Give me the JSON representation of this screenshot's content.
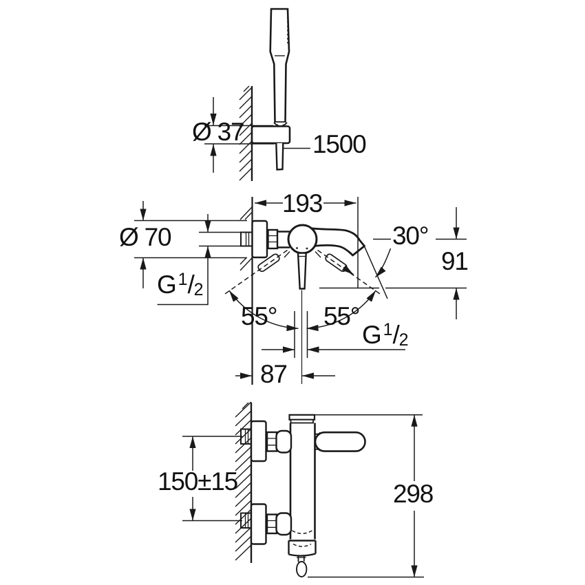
{
  "page": {
    "background": "#ffffff",
    "line_color": "#1a1a1a"
  },
  "hand_shower_view": {
    "bracket_diameter": "Ø 37",
    "hose_length": "1500"
  },
  "front_view": {
    "projection": "193",
    "escutcheon_diameter": "Ø 70",
    "spout_angle": "30°",
    "spout_drop": "91",
    "lever_swing_left": "55°",
    "lever_swing_right": "55°",
    "outlet_offset": "87",
    "supply_thread": {
      "letter": "G",
      "numerator": "1",
      "slash": "/",
      "denominator": "2"
    },
    "outlet_thread": {
      "letter": "G",
      "numerator": "1",
      "slash": "/",
      "denominator": "2"
    }
  },
  "side_view": {
    "supply_spacing": "150±15",
    "overall_height": "298"
  }
}
